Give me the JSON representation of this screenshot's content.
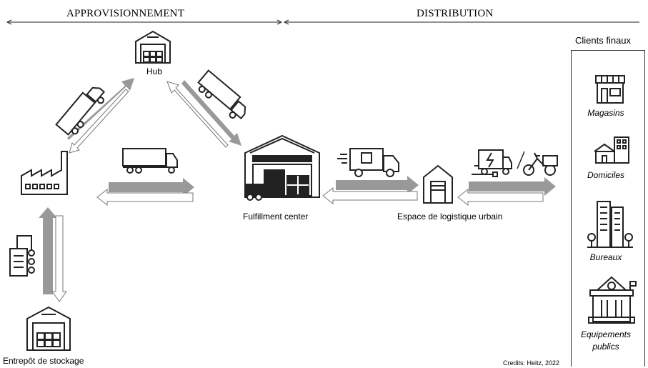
{
  "header": {
    "approvisionnement": "APPROVISIONNEMENT",
    "distribution": "DISTRIBUTION"
  },
  "nodes": {
    "hub": "Hub",
    "fulfillment": "Fulfillment center",
    "espace": "Espace de logistique urbain",
    "entrepot": "Entrepôt de stockage"
  },
  "clients": {
    "title": "Clients finaux",
    "magasins": "Magasins",
    "domiciles": "Domiciles",
    "bureaux": "Bureaux",
    "equipements_line1": "Equipements",
    "equipements_line2": "publics"
  },
  "credits": "Credits: Heitz, 2022",
  "icons": [
    "warehouse-icon",
    "factory-icon",
    "truck-icon",
    "fulfillment-warehouse-icon",
    "delivery-van-icon",
    "urban-depot-icon",
    "electric-van-icon",
    "cargo-bike-icon",
    "document-icon",
    "shop-icon",
    "house-icon",
    "office-building-icon",
    "public-building-icon"
  ],
  "colors": {
    "flow_arrow": "#999999",
    "return_arrow": "#ffffff",
    "stroke": "#222222"
  }
}
